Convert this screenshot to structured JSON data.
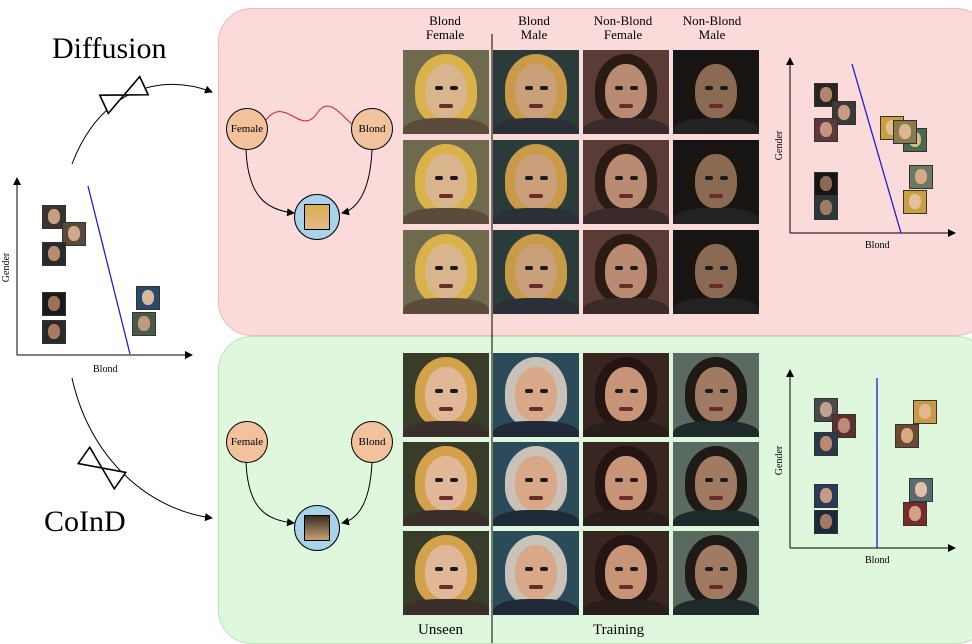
{
  "labels": {
    "diffusion": "Diffusion",
    "coind": "CoInD",
    "unseen": "Unseen",
    "training": "Training"
  },
  "columns": [
    {
      "line1": "Blond",
      "line2": "Female"
    },
    {
      "line1": "Blond",
      "line2": "Male"
    },
    {
      "line1": "Non-Blond",
      "line2": "Female"
    },
    {
      "line1": "Non-Blond",
      "line2": "Male"
    }
  ],
  "nodes": {
    "female": "Female",
    "blond": "Blond"
  },
  "plots": {
    "left": {
      "xlabel": "Blond",
      "ylabel": "Gender"
    },
    "top_right": {
      "xlabel": "Blond",
      "ylabel": "Gender"
    },
    "bottom_right": {
      "xlabel": "Blond",
      "ylabel": "Gender"
    }
  },
  "colors": {
    "top_panel": "#fbdada",
    "bottom_panel": "#dff7dd",
    "node": "#f1c29c",
    "generated_node": "#a9d3ea",
    "boundary": "#1d1de0",
    "entangle": "#d42020"
  }
}
